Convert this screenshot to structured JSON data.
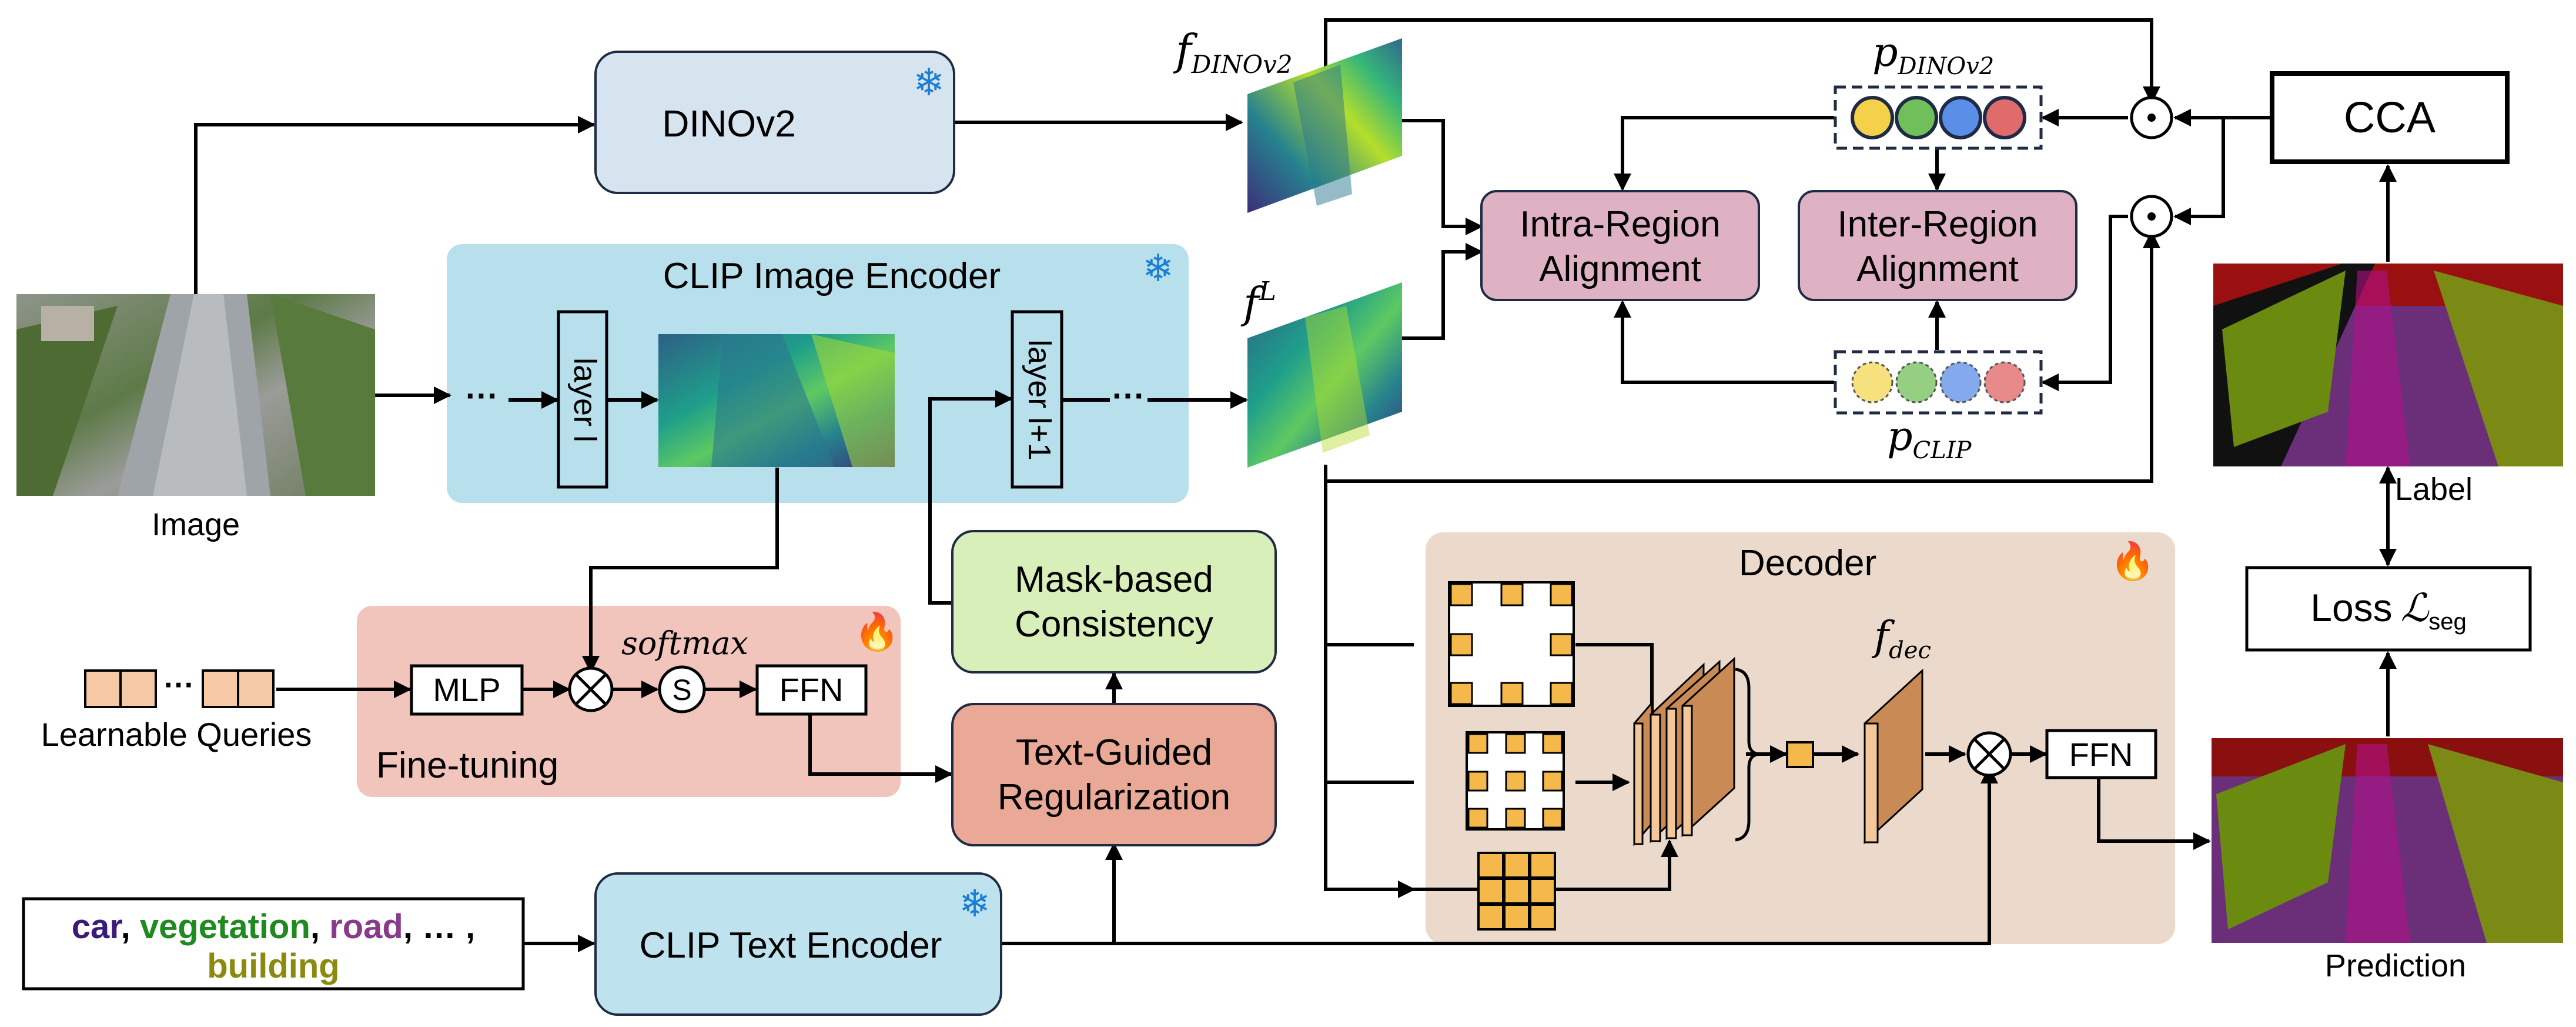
{
  "modules": {
    "dinov2": "DINOv2",
    "clip_image_encoder": "CLIP Image Encoder",
    "layer_l": "layer l",
    "layer_l1": "layer l+1",
    "ellipsis": "···",
    "mask_consistency": [
      "Mask-based",
      "Consistency"
    ],
    "text_guided": [
      "Text-Guided",
      "Regularization"
    ],
    "clip_text_encoder": "CLIP Text Encoder",
    "intra_region": [
      "Intra-Region",
      "Alignment"
    ],
    "inter_region": [
      "Inter-Region",
      "Alignment"
    ],
    "cca": "CCA",
    "decoder": "Decoder",
    "fine_tuning": "Fine-tuning",
    "mlp": "MLP",
    "ffn": "FFN",
    "softmax": "softmax",
    "s_symbol": "S",
    "loss_prefix": "Loss",
    "loss_symbol": "ℒ",
    "loss_sub": "seg"
  },
  "labels": {
    "image": "Image",
    "learnable_queries": "Learnable Queries",
    "label": "Label",
    "prediction": "Prediction"
  },
  "math": {
    "f": "f",
    "dinov2_sub": "DINOv2",
    "clip_sub": "CLIP",
    "p": "p",
    "sup_L": "L",
    "dec_sub": "dec"
  },
  "classes": {
    "line1": [
      {
        "text": "car",
        "color": "#3a1a7a"
      },
      {
        "text": ", ",
        "color": "#000000"
      },
      {
        "text": "vegetation",
        "color": "#1f8a1f"
      },
      {
        "text": ", ",
        "color": "#000000"
      },
      {
        "text": "road",
        "color": "#8a3a8a"
      },
      {
        "text": ", … ,",
        "color": "#000000"
      }
    ],
    "line2": [
      {
        "text": "building",
        "color": "#8a8a10"
      }
    ]
  },
  "icons": {
    "snowflake": "snowflake-icon",
    "flame": "flame-icon"
  },
  "colors": {
    "dinov2_box": "#d6e4f0",
    "clip_image_panel": "#b7e0ec",
    "clip_text_box": "#bfe3ee",
    "mask_consistency": "#d9efb9",
    "text_guided": "#e9a996",
    "fine_tuning_panel": "#f1c4bc",
    "alignment_boxes": "#deb1c3",
    "decoder_panel": "#ebdacb",
    "prototype_colors": [
      "#f5d04a",
      "#6fbf5a",
      "#5b8ee6",
      "#e06b6b"
    ]
  }
}
